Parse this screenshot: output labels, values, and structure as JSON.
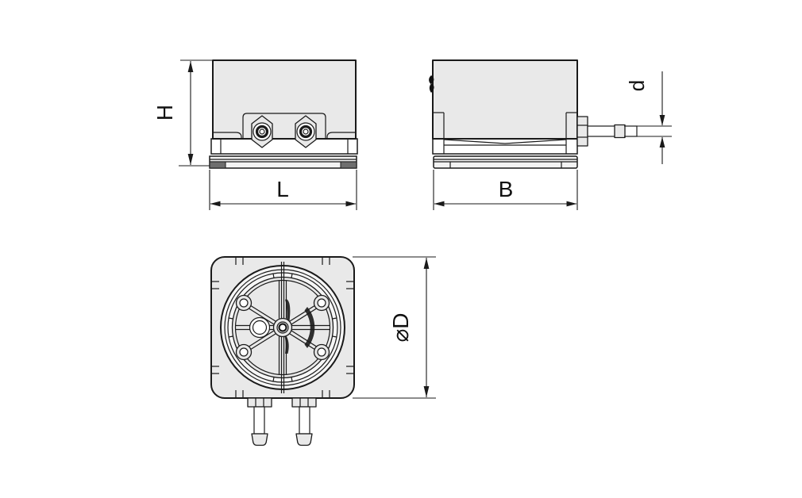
{
  "drawing": {
    "kind": "technical-drawing",
    "colors": {
      "background": "#ffffff",
      "line": "#1a1a1a",
      "body_fill": "#e9e9e9",
      "shading": "#2f2f2f"
    },
    "views": {
      "front": {
        "dim_height": "H",
        "dim_length": "L"
      },
      "side": {
        "dim_width": "B",
        "dim_nipple": "d"
      },
      "bottom": {
        "dim_diameter": "⌀D"
      }
    }
  }
}
